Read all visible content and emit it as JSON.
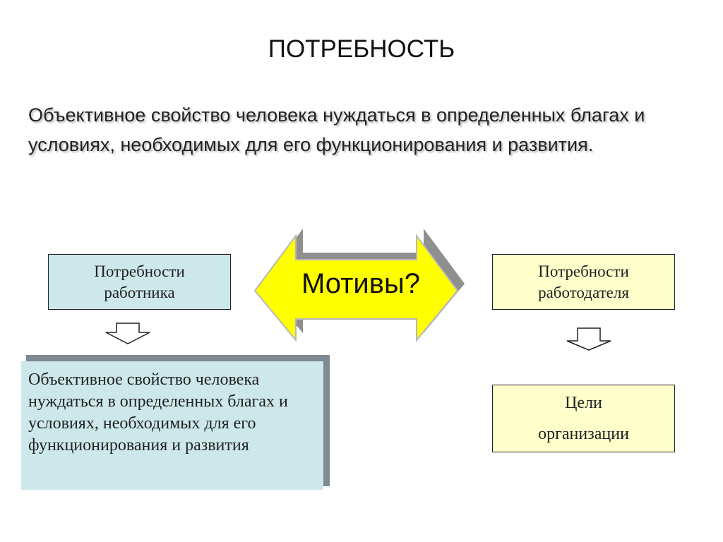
{
  "title": "ПОТРЕБНОСТЬ",
  "definition": "Объективное свойство человека нуждаться в определенных благах и условиях, необходимых для его функционирования и развития.",
  "center_arrow": {
    "label": "Мотивы?",
    "fill": "#ffff00",
    "shadow": "#8f8f8f"
  },
  "left_column": {
    "needs_box": {
      "line1": "Потребности",
      "line2": "работника",
      "background": "#cde8ea"
    },
    "detail_box": {
      "text": "Объективное свойство человека нуждаться в определенных благах и условиях, необходимых для его функционирования и развития",
      "background": "#cde8ea"
    }
  },
  "right_column": {
    "needs_box": {
      "line1": "Потребности",
      "line2": "работодателя",
      "background": "#ffffcc"
    },
    "goals_box": {
      "line1": "Цели",
      "line2": "организации",
      "background": "#ffffcc"
    }
  },
  "down_arrow_icon": "hollow-down-arrow"
}
